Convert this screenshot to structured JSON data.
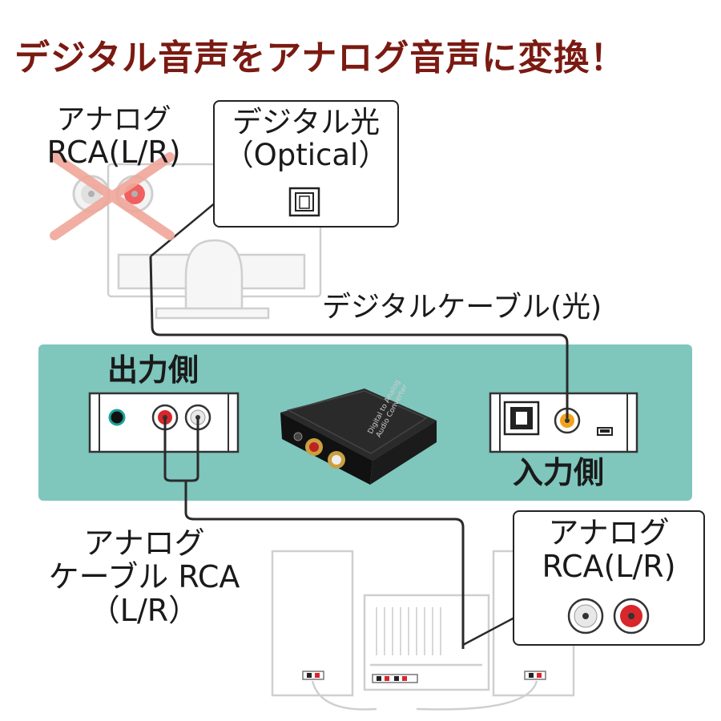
{
  "headline": "デジタル音声をアナログ音声に変換！",
  "tv_callout": {
    "analog_line1": "アナログ",
    "analog_line2": "RCA(L/R)",
    "digital_line1": "デジタル光",
    "digital_line2": "（Optical）"
  },
  "cable_digital_label": "デジタルケーブル(光)",
  "output_label": "出力側",
  "input_label": "入力側",
  "device_text_line1": "Digital to Analog",
  "device_text_line2": "Audio Converter",
  "cable_analog_line1": "アナログ",
  "cable_analog_line2": "ケーブル RCA",
  "cable_analog_line3": "（L/R）",
  "speaker_callout": {
    "line1": "アナログ",
    "line2": "RCA(L/R)"
  },
  "colors": {
    "headline": "#7a1a12",
    "panel": "#7fc6bd",
    "rca_red": "#d8262a",
    "rca_white": "#e8e8e8",
    "digital_coax": "#f3a21c",
    "cross": "#f0a79a"
  }
}
